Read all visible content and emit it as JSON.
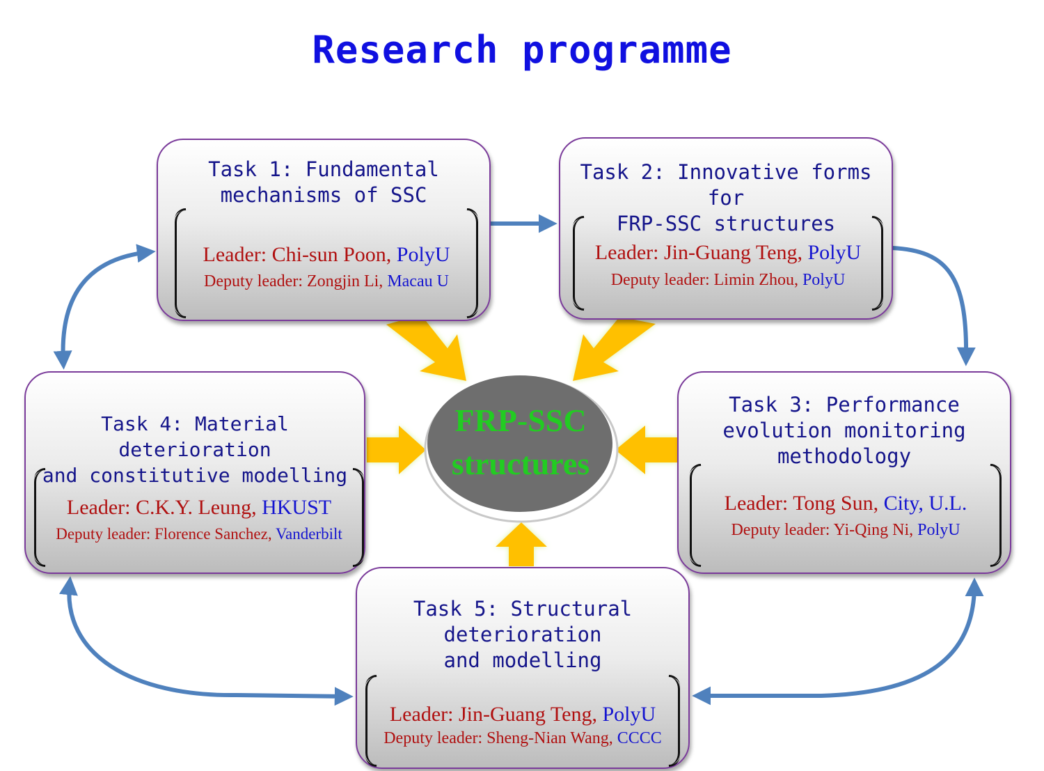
{
  "title": "Research programme",
  "center": {
    "line1": "FRP-SSC",
    "line2": "structures"
  },
  "tasks": [
    {
      "title_lines": [
        "Task 1: Fundamental",
        "mechanisms of SSC"
      ],
      "leader_prefix": "Leader: Chi-sun Poon, ",
      "leader_affiliation": "PolyU",
      "deputy_prefix": "Deputy leader: Zongjin Li, ",
      "deputy_affiliation": "Macau U"
    },
    {
      "title_lines": [
        "Task 2: Innovative forms for",
        "FRP-SSC structures"
      ],
      "leader_prefix": "Leader: Jin-Guang Teng, ",
      "leader_affiliation": "PolyU",
      "deputy_prefix": "Deputy leader: Limin Zhou, ",
      "deputy_affiliation": "PolyU"
    },
    {
      "title_lines": [
        "Task 3: Performance",
        "evolution monitoring",
        "methodology"
      ],
      "leader_prefix": "Leader: Tong Sun, ",
      "leader_affiliation": "City, U.L.",
      "deputy_prefix": "Deputy leader: Yi-Qing Ni, ",
      "deputy_affiliation": "PolyU"
    },
    {
      "title_lines": [
        "Task 4: Material deterioration",
        "and constitutive modelling"
      ],
      "leader_prefix": "Leader: C.K.Y. Leung, ",
      "leader_affiliation": "HKUST",
      "deputy_prefix": "Deputy leader: Florence Sanchez, ",
      "deputy_affiliation": "Vanderbilt"
    },
    {
      "title_lines": [
        "Task 5: Structural",
        "deterioration",
        "and modelling"
      ],
      "leader_prefix": "Leader: Jin-Guang Teng, ",
      "leader_affiliation": "PolyU",
      "deputy_prefix": "Deputy leader: Sheng-Nian Wang, ",
      "deputy_affiliation": "CCCC"
    }
  ],
  "colors": {
    "title": "#1010e0",
    "task_title": "#14148a",
    "leader_name": "#b01010",
    "affiliation": "#1414d0",
    "box_border": "#7a3a9a",
    "link_arrow": "#4f81bd",
    "flow_arrow": "#ffc000",
    "center_fill": "#6e6e6e",
    "center_text": "#22cc22"
  }
}
